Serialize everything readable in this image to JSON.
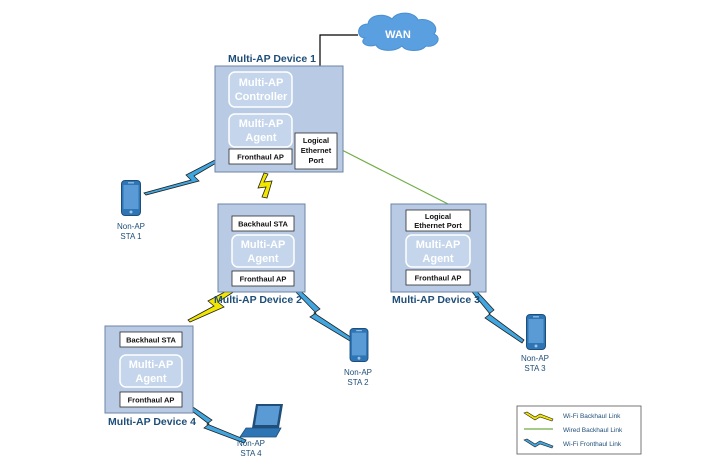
{
  "cloud": {
    "label": "WAN"
  },
  "devices": [
    {
      "title": "Multi-AP Device 1",
      "controller_label": [
        "Multi-AP",
        "Controller"
      ],
      "agent_label": [
        "Multi-AP",
        "Agent"
      ],
      "fronthaul_label": "Fronthaul AP",
      "logical_port_label": [
        "Logical",
        "Ethernet",
        "Port"
      ]
    },
    {
      "title": "Multi-AP Device 2",
      "backhaul_label": "Backhaul STA",
      "agent_label": [
        "Multi-AP",
        "Agent"
      ],
      "fronthaul_label": "Fronthaul AP"
    },
    {
      "title": "Multi-AP Device 3",
      "logical_port_label": [
        "Logical",
        "Ethernet Port"
      ],
      "agent_label": [
        "Multi-AP",
        "Agent"
      ],
      "fronthaul_label": "Fronthaul AP"
    },
    {
      "title": "Multi-AP Device 4",
      "backhaul_label": "Backhaul STA",
      "agent_label": [
        "Multi-AP",
        "Agent"
      ],
      "fronthaul_label": "Fronthaul AP"
    }
  ],
  "stations": [
    {
      "line1": "Non-AP",
      "line2": "STA 1",
      "device": "phone-icon"
    },
    {
      "line1": "Non-AP",
      "line2": "STA 2",
      "device": "phone-icon"
    },
    {
      "line1": "Non-AP",
      "line2": "STA 3",
      "device": "phone-icon"
    },
    {
      "line1": "Non-AP",
      "line2": "STA 4",
      "device": "laptop-icon"
    }
  ],
  "legend": {
    "items": [
      {
        "label": "Wi-Fi Backhaul Link",
        "color": "#f2e600"
      },
      {
        "label": "Wired Backhaul Link",
        "color": "#70ad47"
      },
      {
        "label": "Wi-Fi Fronthaul Link",
        "color": "#41a6e0"
      }
    ]
  },
  "colors": {
    "device_fill": "#b9cbe4",
    "pill_fill": "#c5d6ec",
    "title_text": "#1f4e79",
    "wired_link": "#70ad47",
    "backhaul_bolt": "#f2e600",
    "fronthaul_bolt": "#41a6e0",
    "cloud": "#5aa0e0"
  }
}
